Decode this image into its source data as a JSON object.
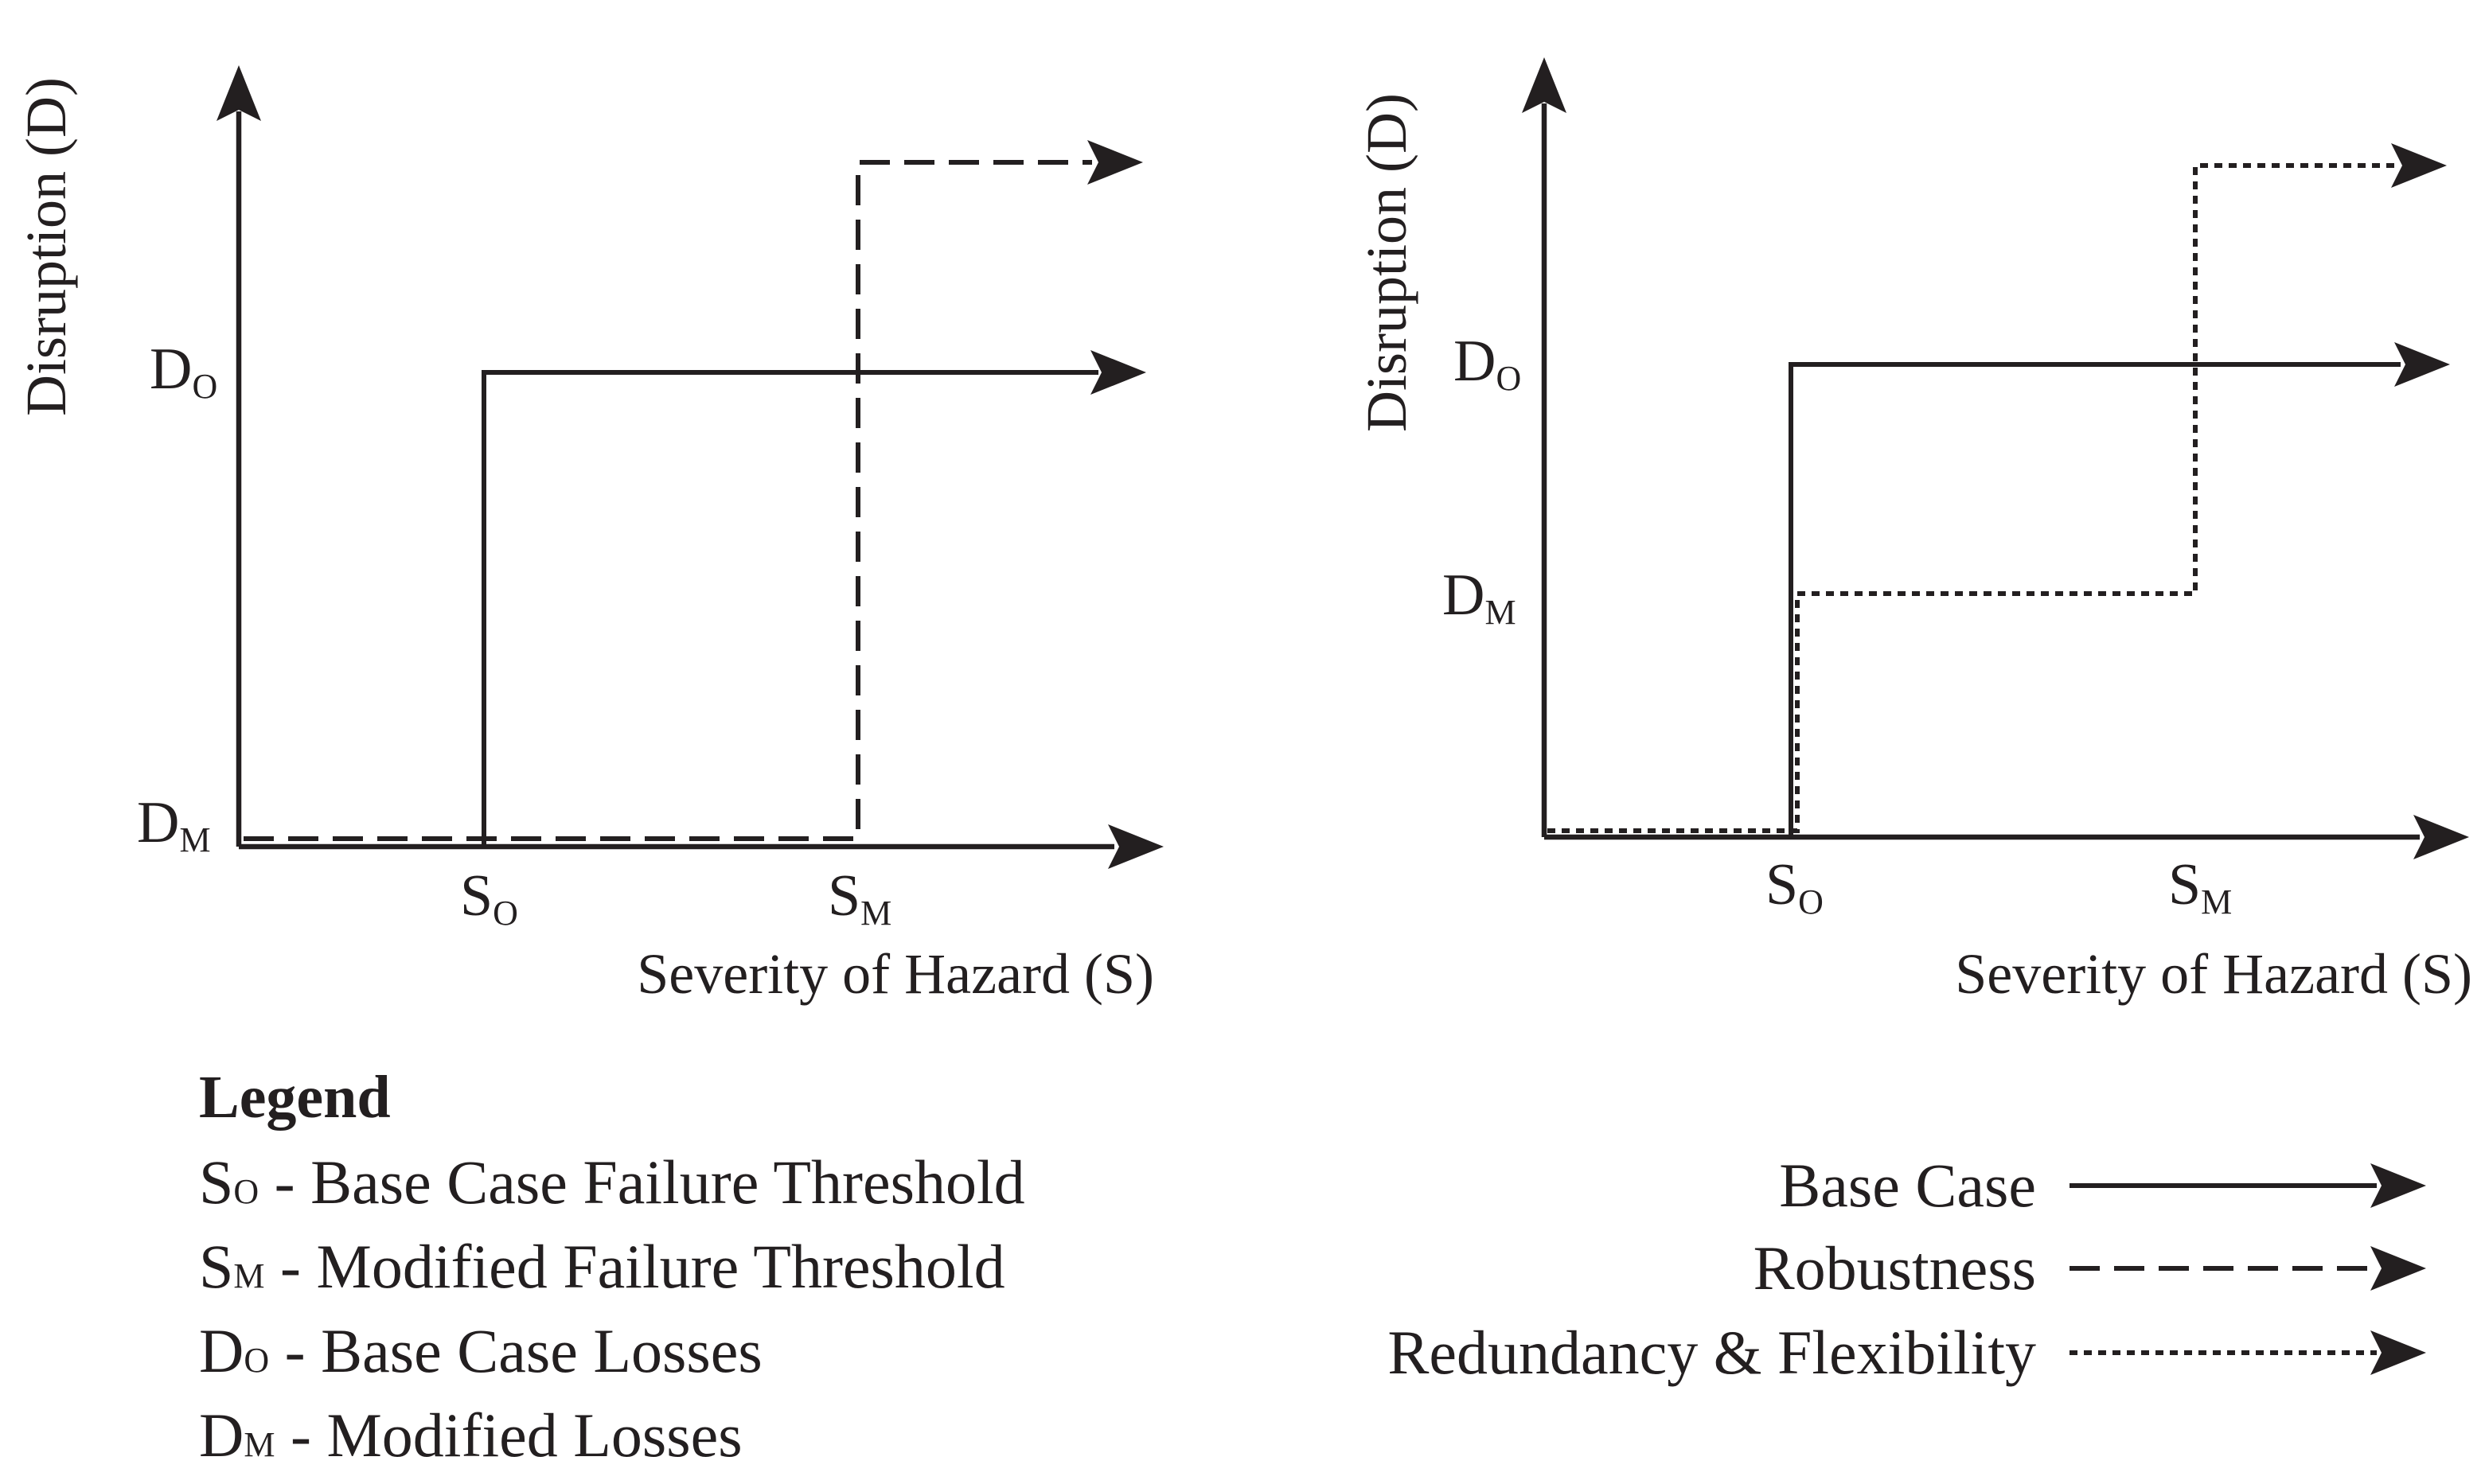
{
  "left_panel": {
    "y_axis_title": "Disruption (D)",
    "x_axis_title": "Severity of Hazard (S)",
    "label_d_o": {
      "main": "D",
      "sub": "O"
    },
    "label_d_m": {
      "main": "D",
      "sub": "M"
    },
    "label_s_o": {
      "main": "S",
      "sub": "O"
    },
    "label_s_m": {
      "main": "S",
      "sub": "M"
    }
  },
  "right_panel": {
    "y_axis_title": "Disruption (D)",
    "x_axis_title": "Severity of Hazard (S)",
    "label_d_o": {
      "main": "D",
      "sub": "O"
    },
    "label_d_m": {
      "main": "D",
      "sub": "M"
    },
    "label_s_o": {
      "main": "S",
      "sub": "O"
    },
    "label_s_m": {
      "main": "S",
      "sub": "M"
    }
  },
  "legend": {
    "title": "Legend",
    "items": [
      {
        "symbol": "S",
        "sub": "O",
        "text": " - Base Case Failure Threshold"
      },
      {
        "symbol": "S",
        "sub": "M",
        "text": " - Modified Failure Threshold"
      },
      {
        "symbol": "D",
        "sub": "O",
        "text": " - Base Case Losses"
      },
      {
        "symbol": "D",
        "sub": "M",
        "text": " - Modified Losses"
      }
    ]
  },
  "line_key": [
    {
      "label": "Base Case",
      "style": "solid"
    },
    {
      "label": "Robustness",
      "style": "dashed"
    },
    {
      "label": "Redundancy & Flexibility",
      "style": "dotted"
    }
  ],
  "colors": {
    "ink": "#231f20",
    "background": "#ffffff"
  }
}
